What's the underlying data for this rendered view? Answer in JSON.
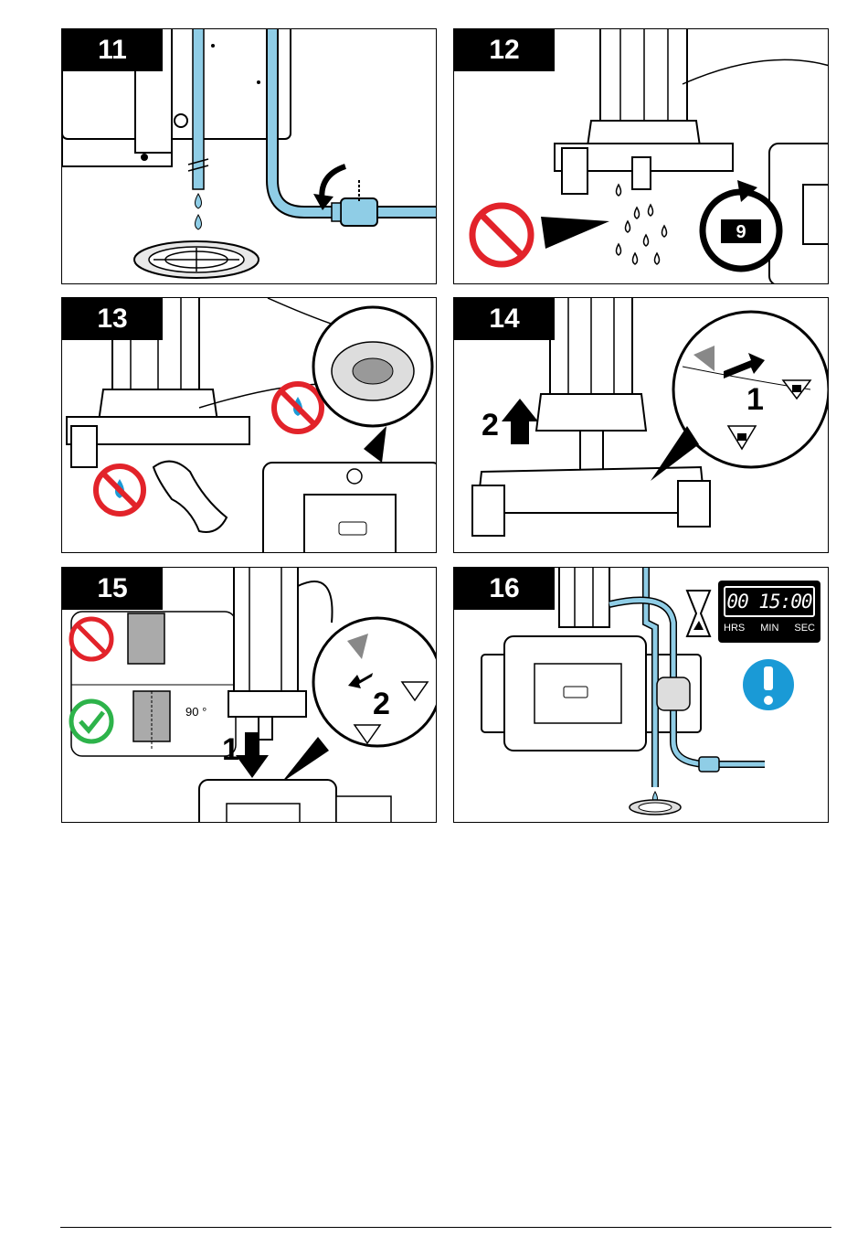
{
  "steps": [
    {
      "number": "11"
    },
    {
      "number": "12",
      "repeat_count": "9"
    },
    {
      "number": "13"
    },
    {
      "number": "14",
      "callout_1": "1",
      "callout_2": "2"
    },
    {
      "number": "15",
      "callout_1": "1",
      "callout_2": "2",
      "angle": "90 °"
    },
    {
      "number": "16",
      "timer": {
        "value": "00 15:00",
        "units": [
          "HRS",
          "MIN",
          "SEC"
        ]
      }
    }
  ],
  "colors": {
    "water": "#8fcde6",
    "warning_red": "#e2232a",
    "ok_green": "#2db34a",
    "info_blue": "#1a9ad6"
  },
  "icons": [
    "drain-icon",
    "water-drop-icon",
    "no-entry-icon",
    "rotate-arrow-icon",
    "no-water-icon",
    "lock-icon",
    "unlock-icon",
    "hourglass-icon",
    "checkmark-icon",
    "exclamation-icon"
  ]
}
